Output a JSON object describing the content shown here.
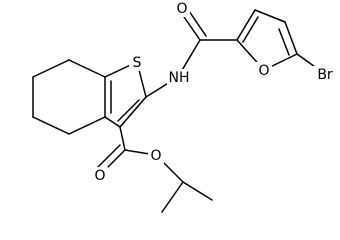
{
  "structure": {
    "atoms": {
      "sulfur": "S",
      "amide_nh": "NH",
      "amide_o": "O",
      "furan_o": "O",
      "bromine": "Br",
      "ester_o_carbonyl": "O",
      "ester_o_single": "O"
    },
    "colors": {
      "bond": "#000000",
      "label": "#000000",
      "background": "#ffffff"
    }
  }
}
